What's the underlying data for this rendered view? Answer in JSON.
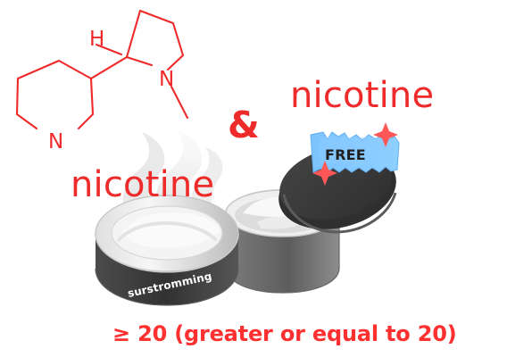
{
  "molecule": {
    "atoms": {
      "hydrogen": "H",
      "nitrogen_ring_left": "N",
      "nitrogen_ring_right": "N"
    }
  },
  "labels": {
    "left_nicotine": "nicotine",
    "right_nicotine": "nicotine",
    "ampersand": "&",
    "free_badge": "FREE",
    "brand": "surstromming",
    "caption": "≥ 20 (greater or equal to 20)"
  },
  "colors": {
    "accent_red": "#ee2a2a",
    "caption_red": "#ff3030",
    "badge_blue": "#7cc3ff",
    "sparkle_red": "#ff5757",
    "tin_dark": "#3a3a3a",
    "tin_light": "#d9d9d9"
  },
  "icons": {
    "smoke": "smoke-icon",
    "sparkle": "sparkle-icon",
    "tins": "snus-tins-icon"
  }
}
